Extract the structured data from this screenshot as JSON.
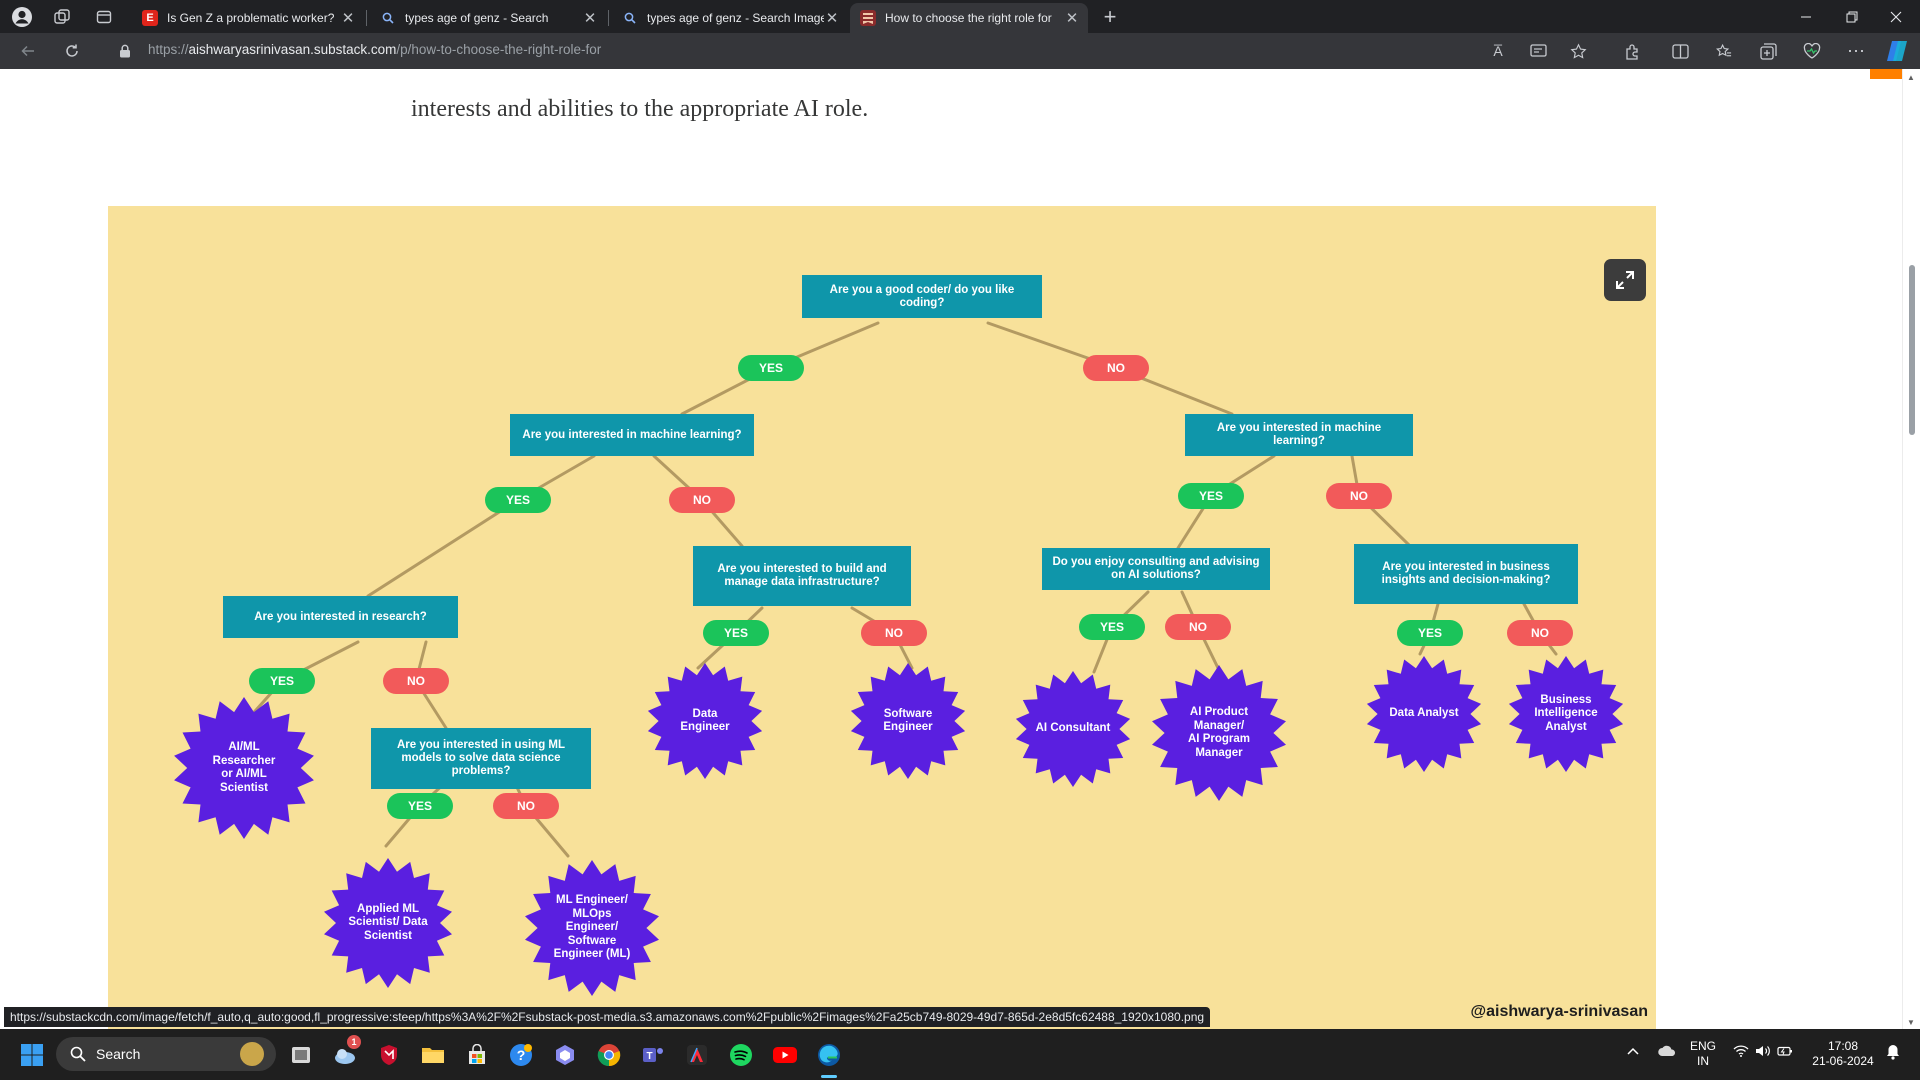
{
  "browser": {
    "tabs": [
      {
        "title": "Is Gen Z a problematic worker?",
        "favicon": "E"
      },
      {
        "title": "types age of genz - Search",
        "favicon": "search-icon"
      },
      {
        "title": "types age of genz - Search Images",
        "favicon": "search-icon"
      },
      {
        "title": "How to choose the right role for",
        "favicon": "substack-icon"
      }
    ],
    "new_tab_symbol": "+",
    "url_prefix": "https://",
    "url_domain": "aishwaryasrinivasan.substack.com",
    "url_path": "/p/how-to-choose-the-right-role-for",
    "read_aloud_label": "A̅"
  },
  "page": {
    "intro_text": "interests and abilities to the appropriate AI role."
  },
  "flowchart": {
    "questions": {
      "q_coder": "Are you a good coder/ do you like coding?",
      "q_ml_left": "Are you interested in machine learning?",
      "q_ml_right": "Are you interested in machine learning?",
      "q_research": "Are you interested in research?",
      "q_infra": "Are you interested to build and manage data infrastructure?",
      "q_consult": "Do you enjoy consulting and advising on AI solutions?",
      "q_business": "Are you interested in business insights and decision-making?",
      "q_mlmodels": "Are you interested in using ML models to solve data science problems?"
    },
    "yes_label": "YES",
    "no_label": "NO",
    "roles": {
      "r_researcher": "AI/ML\nResearcher\nor AI/ML\nScientist",
      "r_applied": "Applied ML\nScientist/ Data\nScientist",
      "r_mleng": "ML Engineer/\nMLOps\nEngineer/\nSoftware\nEngineer (ML)",
      "r_dataeng": "Data\nEngineer",
      "r_sweng": "Software\nEngineer",
      "r_consultant": "AI Consultant",
      "r_pm": "AI Product\nManager/\nAI Program\nManager",
      "r_analyst": "Data Analyst",
      "r_bi": "Business\nIntelligence\nAnalyst"
    },
    "credit": "@aishwarya-srinivasan",
    "colors": {
      "question": "#0f96aa",
      "yes": "#1bc45a",
      "no": "#f25a5a",
      "role": "#5a1fe0",
      "background": "#f8e19a",
      "connector": "#b39a62"
    }
  },
  "status_url": "https://substackcdn.com/image/fetch/f_auto,q_auto:good,fl_progressive:steep/https%3A%2F%2Fsubstack-post-media.s3.amazonaws.com%2Fpublic%2Fimages%2Fa25cb749-8029-49d7-865d-2e8d5fc62488_1920x1080.png",
  "taskbar": {
    "search_label": "Search",
    "weather_badge": "1",
    "lang_line1": "ENG",
    "lang_line2": "IN",
    "time": "17:08",
    "date": "21-06-2024"
  }
}
